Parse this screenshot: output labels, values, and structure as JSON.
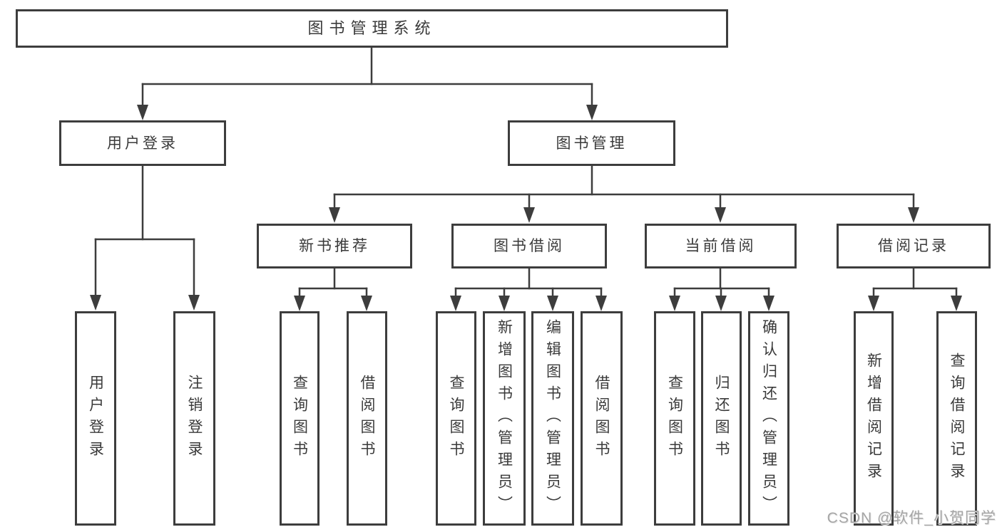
{
  "title_box": {
    "label": "图书管理系统"
  },
  "branches": {
    "user_login": {
      "label": "用户登录",
      "children": [
        {
          "label": "用户登录"
        },
        {
          "label": "注销登录"
        }
      ]
    },
    "book_management": {
      "label": "图书管理",
      "sections": [
        {
          "label": "新书推荐",
          "children": [
            {
              "label": "查询图书"
            },
            {
              "label": "借阅图书"
            }
          ]
        },
        {
          "label": "图书借阅",
          "children": [
            {
              "label": "查询图书"
            },
            {
              "label": "新增图书（管理员）"
            },
            {
              "label": "编辑图书（管理员）"
            },
            {
              "label": "借阅图书"
            }
          ]
        },
        {
          "label": "当前借阅",
          "children": [
            {
              "label": "查询图书"
            },
            {
              "label": "归还图书"
            },
            {
              "label": "确认归还（管理员）"
            }
          ]
        },
        {
          "label": "借阅记录",
          "children": [
            {
              "label": "新增借阅记录"
            },
            {
              "label": "查询借阅记录"
            }
          ]
        }
      ]
    }
  },
  "watermark": {
    "text": "CSDN @软件_小贺同学",
    "color": "#a6a6a6"
  },
  "colors": {
    "line": "#3d3d3d",
    "text": "#3a3a3a",
    "background": "#ffffff"
  }
}
